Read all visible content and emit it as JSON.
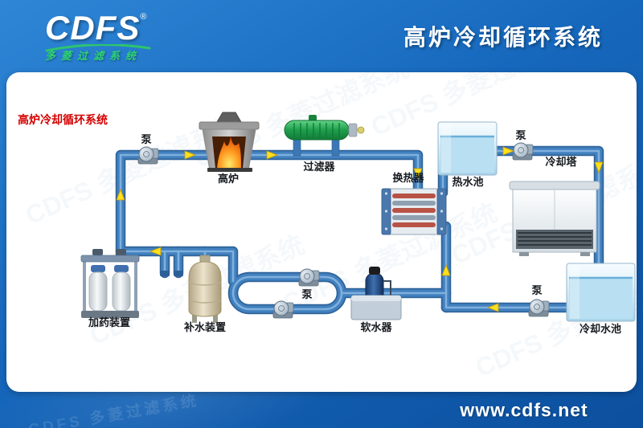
{
  "header": {
    "logo": "CDFS",
    "registered_mark": "®",
    "logo_subtitle": "多菱过滤系统",
    "title": "高炉冷却循环系统"
  },
  "diagram": {
    "title": "高炉冷却循环系统",
    "watermark_text": "CDFS 多菱过滤系统",
    "labels": {
      "pump_top_left": "泵",
      "blast_furnace": "高炉",
      "filter": "过滤器",
      "heat_exchanger": "换热器",
      "hot_water_pool": "热水池",
      "pump_top_right": "泵",
      "cooling_tower": "冷却塔",
      "cooling_water_pool": "冷却水池",
      "pump_bottom_right": "泵",
      "water_softener": "软水器",
      "pump_bottom_middle": "泵",
      "makeup_water_device": "补水装置",
      "dosing_device": "加药装置"
    }
  },
  "footer": {
    "url": "www.cdfs.net"
  },
  "colors": {
    "header_blue": "#1565c0",
    "pipe_blue": "#3c78b6",
    "arrow_yellow": "#ffdf1e",
    "diagram_title_red": "#d40000",
    "filter_green": "#1f9e4d",
    "logo_green": "#2ed474"
  }
}
